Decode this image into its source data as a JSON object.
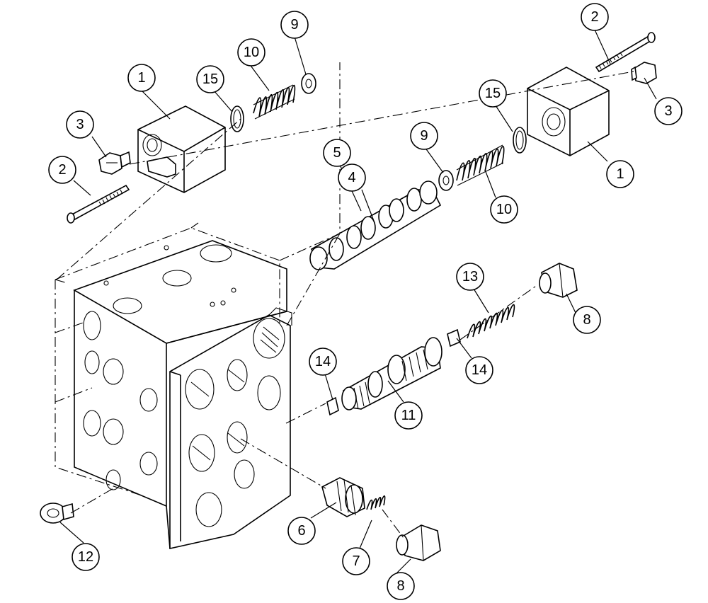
{
  "callouts": [
    {
      "label": "1"
    },
    {
      "label": "15"
    },
    {
      "label": "10"
    },
    {
      "label": "9"
    },
    {
      "label": "3"
    },
    {
      "label": "2"
    },
    {
      "label": "2"
    },
    {
      "label": "3"
    },
    {
      "label": "15"
    },
    {
      "label": "1"
    },
    {
      "label": "9"
    },
    {
      "label": "5"
    },
    {
      "label": "4"
    },
    {
      "label": "10"
    },
    {
      "label": "13"
    },
    {
      "label": "8"
    },
    {
      "label": "14"
    },
    {
      "label": "14"
    },
    {
      "label": "11"
    },
    {
      "label": "12"
    },
    {
      "label": "6"
    },
    {
      "label": "7"
    },
    {
      "label": "8"
    }
  ],
  "colors": {
    "line": "#000000",
    "background": "#ffffff"
  }
}
